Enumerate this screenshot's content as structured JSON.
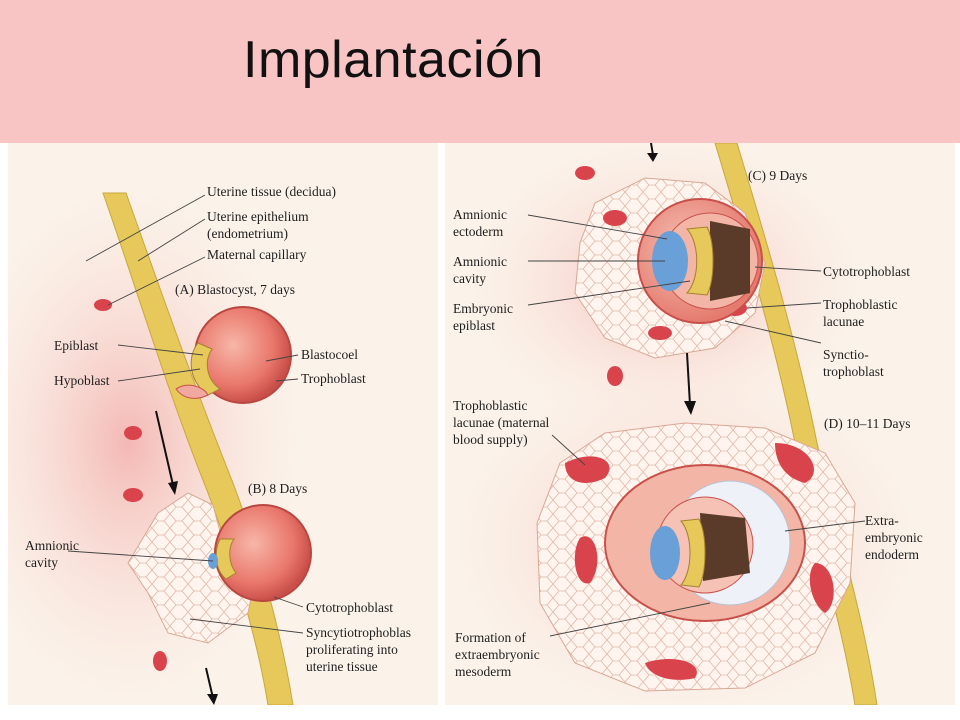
{
  "title": "Implantación",
  "labels": {
    "uterine_tissue": "Uterine tissue (decidua)",
    "uterine_epithelium_1": "Uterine epithelium",
    "uterine_epithelium_2": "(endometrium)",
    "maternal_capillary": "Maternal capillary",
    "panel_a": "(A)  Blastocyst, 7 days",
    "epiblast": "Epiblast",
    "hypoblast": "Hypoblast",
    "blastocoel": "Blastocoel",
    "trophoblast": "Trophoblast",
    "panel_b": "(B)  8 Days",
    "amnionic_cavity_b_1": "Amnionic",
    "amnionic_cavity_b_2": "cavity",
    "cytotrophoblast_b": "Cytotrophoblast",
    "syncytio_b_1": "Syncytiotrophoblas",
    "syncytio_b_2": "proliferating into",
    "syncytio_b_3": "uterine tissue",
    "panel_c": "(C)  9 Days",
    "amnionic_ectoderm_1": "Amnionic",
    "amnionic_ectoderm_2": "ectoderm",
    "amnionic_cavity_c_1": "Amnionic",
    "amnionic_cavity_c_2": "cavity",
    "embryonic_epiblast_1": "Embryonic",
    "embryonic_epiblast_2": "epiblast",
    "cytotrophoblast_c": "Cytotrophoblast",
    "troph_lacunae_c_1": "Trophoblastic",
    "troph_lacunae_c_2": "lacunae",
    "syncytio_c_1": "Synctio-",
    "syncytio_c_2": "trophoblast",
    "troph_lacunae_d_1": "Trophoblastic",
    "troph_lacunae_d_2": "lacunae (maternal",
    "troph_lacunae_d_3": "blood supply)",
    "panel_d": "(D)  10–11 Days",
    "extra_endoderm_1": "Extra-",
    "extra_endoderm_2": "embryonic",
    "extra_endoderm_3": "endoderm",
    "formation_1": "Formation of",
    "formation_2": "extraembryonic",
    "formation_3": "mesoderm"
  },
  "colors": {
    "title_band": "#f8c5c4",
    "tissue": "#fbf3ea",
    "epithelium": "#e6c95a",
    "trophoblast": "#e8726a",
    "amnion": "#6aa0d8",
    "blood": "#d9434c"
  }
}
